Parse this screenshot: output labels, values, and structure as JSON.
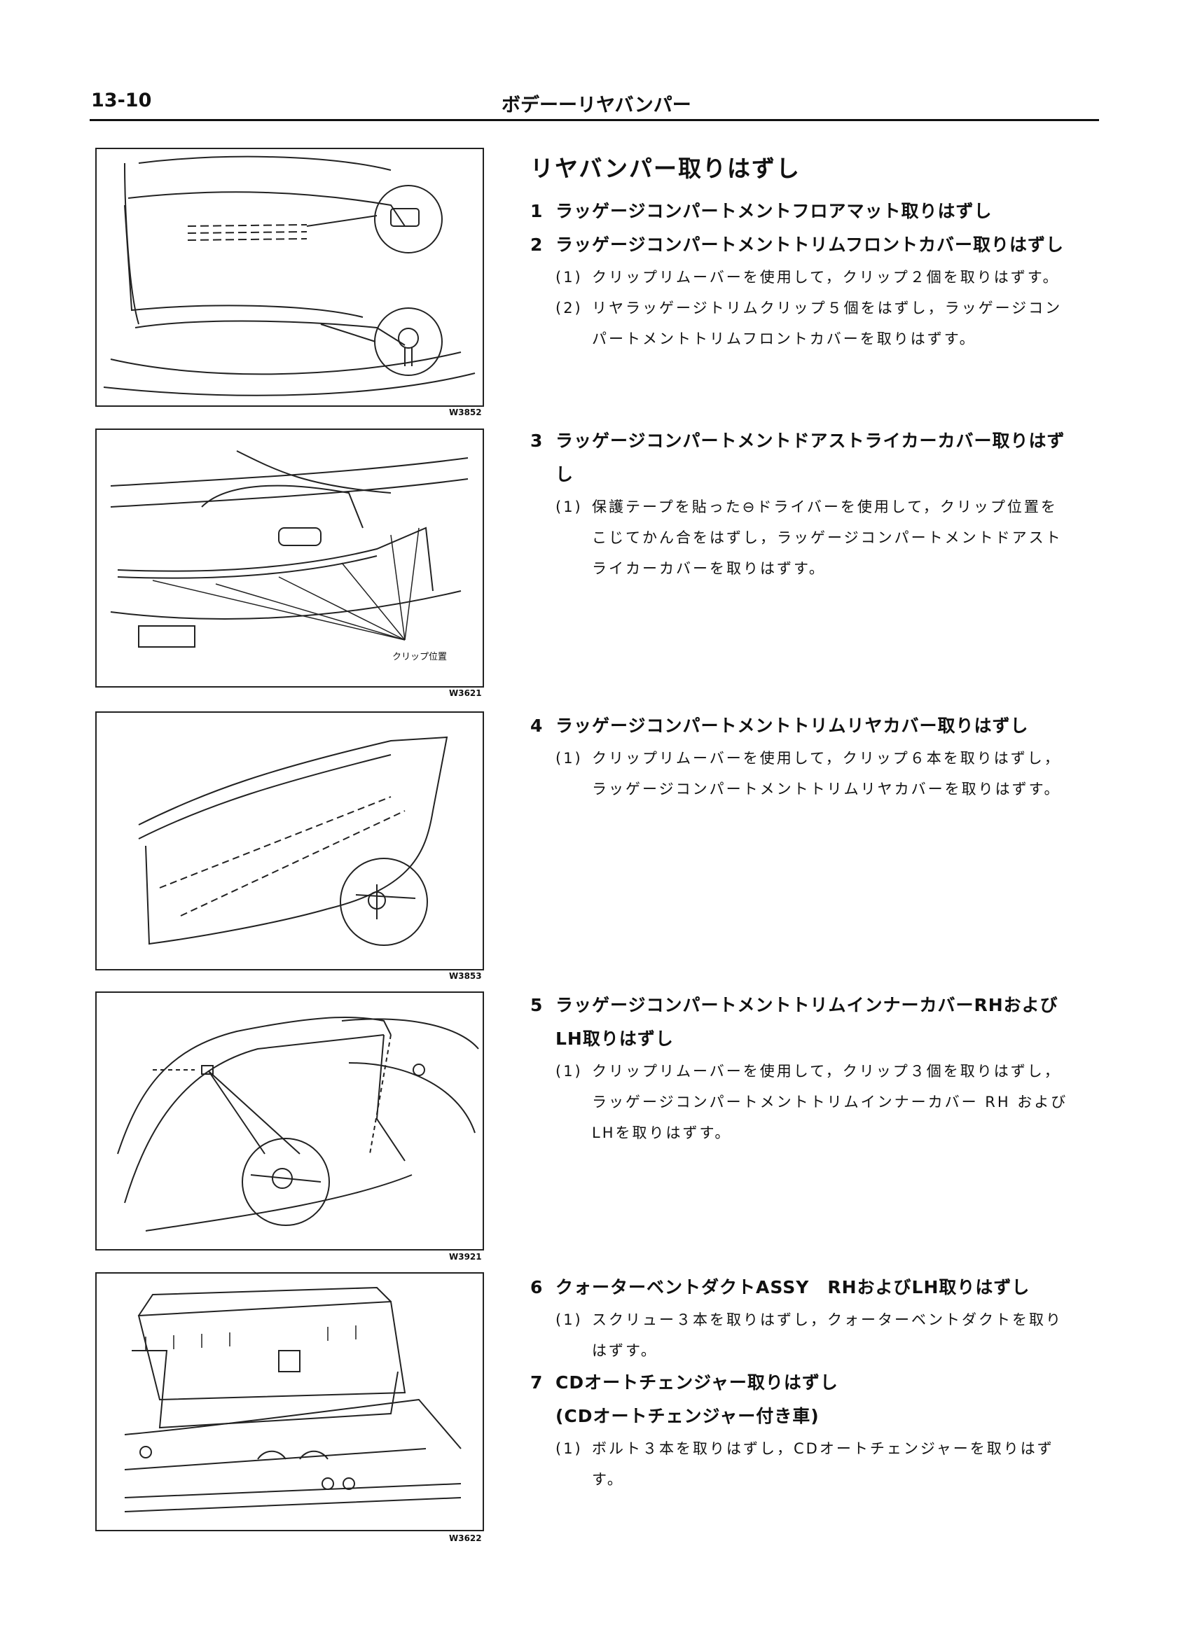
{
  "header": {
    "page_number": "13-10",
    "title": "ボデーーリヤバンパー"
  },
  "figures": [
    {
      "code": "W3852"
    },
    {
      "code": "W3621",
      "label": "クリップ位置"
    },
    {
      "code": "W3853"
    },
    {
      "code": "W3921"
    },
    {
      "code": "W3622"
    }
  ],
  "section_title": "リヤバンパー取りはずし",
  "steps": [
    {
      "num": "1",
      "text": "ラッゲージコンパートメントフロアマット取りはずし"
    },
    {
      "num": "2",
      "text": "ラッゲージコンパートメントトリムフロントカバー取りはずし",
      "subs": [
        {
          "num": "(1)",
          "lines": [
            "クリップリムーバーを使用して，クリップ２個を取りはずす。"
          ]
        },
        {
          "num": "(2)",
          "lines": [
            "リヤラッゲージトリムクリップ５個をはずし，ラッゲージコン",
            "パートメントトリムフロントカバーを取りはずす。"
          ]
        }
      ]
    },
    {
      "num": "3",
      "text_lines": [
        "ラッゲージコンパートメントドアストライカーカバー取りはず",
        "し"
      ],
      "subs": [
        {
          "num": "(1)",
          "lines": [
            "保護テープを貼った⊖ドライバーを使用して，クリップ位置を",
            "こじてかん合をはずし，ラッゲージコンパートメントドアスト",
            "ライカーカバーを取りはずす。"
          ]
        }
      ]
    },
    {
      "num": "4",
      "text": "ラッゲージコンパートメントトリムリヤカバー取りはずし",
      "subs": [
        {
          "num": "(1)",
          "lines": [
            "クリップリムーバーを使用して，クリップ６本を取りはずし，",
            "ラッゲージコンパートメントトリムリヤカバーを取りはずす。"
          ]
        }
      ]
    },
    {
      "num": "5",
      "text_lines": [
        "ラッゲージコンパートメントトリムインナーカバーRHおよび",
        "LH取りはずし"
      ],
      "subs": [
        {
          "num": "(1)",
          "lines": [
            "クリップリムーバーを使用して，クリップ３個を取りはずし，",
            "ラッゲージコンパートメントトリムインナーカバー RH および",
            "LHを取りはずす。"
          ]
        }
      ]
    },
    {
      "num": "6",
      "text": "クォーターベントダクトASSY　RHおよびLH取りはずし",
      "subs": [
        {
          "num": "(1)",
          "lines": [
            "スクリュー３本を取りはずし，クォーターベントダクトを取り",
            "はずす。"
          ]
        }
      ]
    },
    {
      "num": "7",
      "text_lines": [
        "CDオートチェンジャー取りはずし",
        "(CDオートチェンジャー付き車)"
      ],
      "subs": [
        {
          "num": "(1)",
          "lines": [
            "ボルト３本を取りはずし，CDオートチェンジャーを取りはず",
            "す。"
          ]
        }
      ]
    }
  ]
}
